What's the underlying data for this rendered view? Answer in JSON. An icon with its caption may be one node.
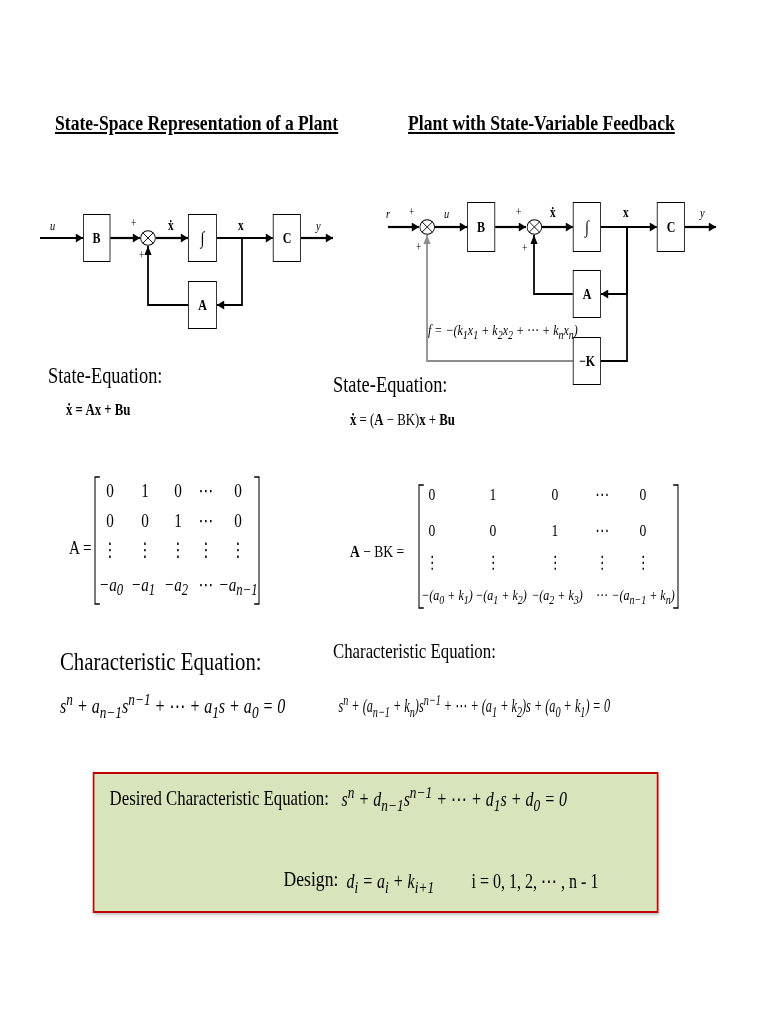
{
  "diagram": {
    "nodes": [
      {
        "text": [
          "B"
        ]
      },
      {
        "text": [],
        "shape": "circle"
      },
      {
        "text": [
          "∫"
        ]
      },
      {
        "text": [
          "C"
        ]
      },
      {
        "text": [
          "A"
        ]
      },
      {
        "text": [],
        "shape": "circle"
      },
      {
        "text": [
          "B"
        ]
      },
      {
        "text": [],
        "shape": "circle"
      },
      {
        "text": [
          "∫"
        ]
      },
      {
        "text": [
          "C"
        ]
      },
      {
        "text": [
          "A"
        ]
      },
      {
        "text": [
          "−K"
        ]
      },
      {
        "text": [
          "Desired Characteristic Equation:",
          "s$^{n}$ + d$_{n−1}$s$^{n−1}$ + ⋯ + d$_{1}$s + d$_{0}$ = 0",
          "Design:",
          "d$_{i}$ = a$_{i}$ + k$_{i+1}$",
          "i = 0, 1, 2, ⋯ , n - 1"
        ]
      }
    ],
    "edges": [
      {
        "from": null,
        "to": 0,
        "arrow": "to",
        "label": "u"
      },
      {
        "from": 0,
        "to": 1,
        "arrow": "to"
      },
      {
        "from": 1,
        "to": 2,
        "arrow": "to",
        "label": "ẋ"
      },
      {
        "from": 2,
        "to": 3,
        "arrow": "to",
        "label": "x"
      },
      {
        "from": 3,
        "to": null,
        "arrow": "to",
        "label": "y"
      },
      {
        "from": 2,
        "to": 4,
        "arrow": "to"
      },
      {
        "from": 4,
        "to": 1,
        "arrow": "to"
      },
      {
        "from": null,
        "to": 5,
        "arrow": "to",
        "label": "r"
      },
      {
        "from": 5,
        "to": 6,
        "arrow": "to",
        "label": "u"
      },
      {
        "from": 6,
        "to": 7,
        "arrow": "to"
      },
      {
        "from": 7,
        "to": 8,
        "arrow": "to",
        "label": "ẋ"
      },
      {
        "from": 8,
        "to": 9,
        "arrow": "to",
        "label": "x"
      },
      {
        "from": 9,
        "to": null,
        "arrow": "to",
        "label": "y"
      },
      {
        "from": 8,
        "to": 10,
        "arrow": "to"
      },
      {
        "from": 8,
        "to": 11,
        "arrow": "none"
      },
      {
        "from": 10,
        "to": 7,
        "arrow": "to"
      },
      {
        "from": 11,
        "to": 5,
        "arrow": "to",
        "label": "f = −(k$_{1}$x$_{1}$ + k$_{2}$x$_{2}$ + ⋯ + k$_{n}$x$_{n}$)",
        "color": "#8c8c8c"
      }
    ],
    "labels": [
      "State-Space Representation of a Plant",
      "Plant with State-Variable Feedback",
      "+",
      "+",
      "+",
      "+",
      "+",
      "+",
      "State-Equation:",
      "State-Equation:",
      "ẋ = Ax + Bu",
      "**ẋ** = (**A** − BK)**x** + **Bu**",
      "A =",
      "0",
      "1",
      "0",
      "⋯",
      "0",
      "0",
      "0",
      "1",
      "⋯",
      "0",
      "⋮",
      "⋮",
      "⋮",
      "⋮",
      "⋮",
      "−a$_{0}$",
      "−a$_{1}$",
      "−a$_{2}$",
      "⋯",
      "−a$_{n−1}$",
      "**A** − BK =",
      "0",
      "1",
      "0",
      "⋯",
      "0",
      "0",
      "0",
      "1",
      "⋯",
      "0",
      "⋮",
      "⋮",
      "⋮",
      "⋮",
      "⋮",
      "−(a$_{0}$ + k$_{1}$)",
      "−(a$_{1}$ + k$_{2}$)",
      "−(a$_{2}$ + k$_{3}$)",
      "⋯",
      "−(a$_{n−1}$ + k$_{n}$)",
      "Characteristic Equation:",
      "Characteristic Equation:",
      "s$^{n}$ + a$_{n−1}$s$^{n−1}$ + ⋯ + a$_{1}$s + a$_{0}$ = 0",
      "s$^{n}$ + (a$_{n−1}$ + k$_{n}$)s$^{n−1}$ + ⋯ + (a$_{1}$ + k$_{2}$)s + (a$_{0}$ + k$_{1}$) = 0"
    ]
  }
}
